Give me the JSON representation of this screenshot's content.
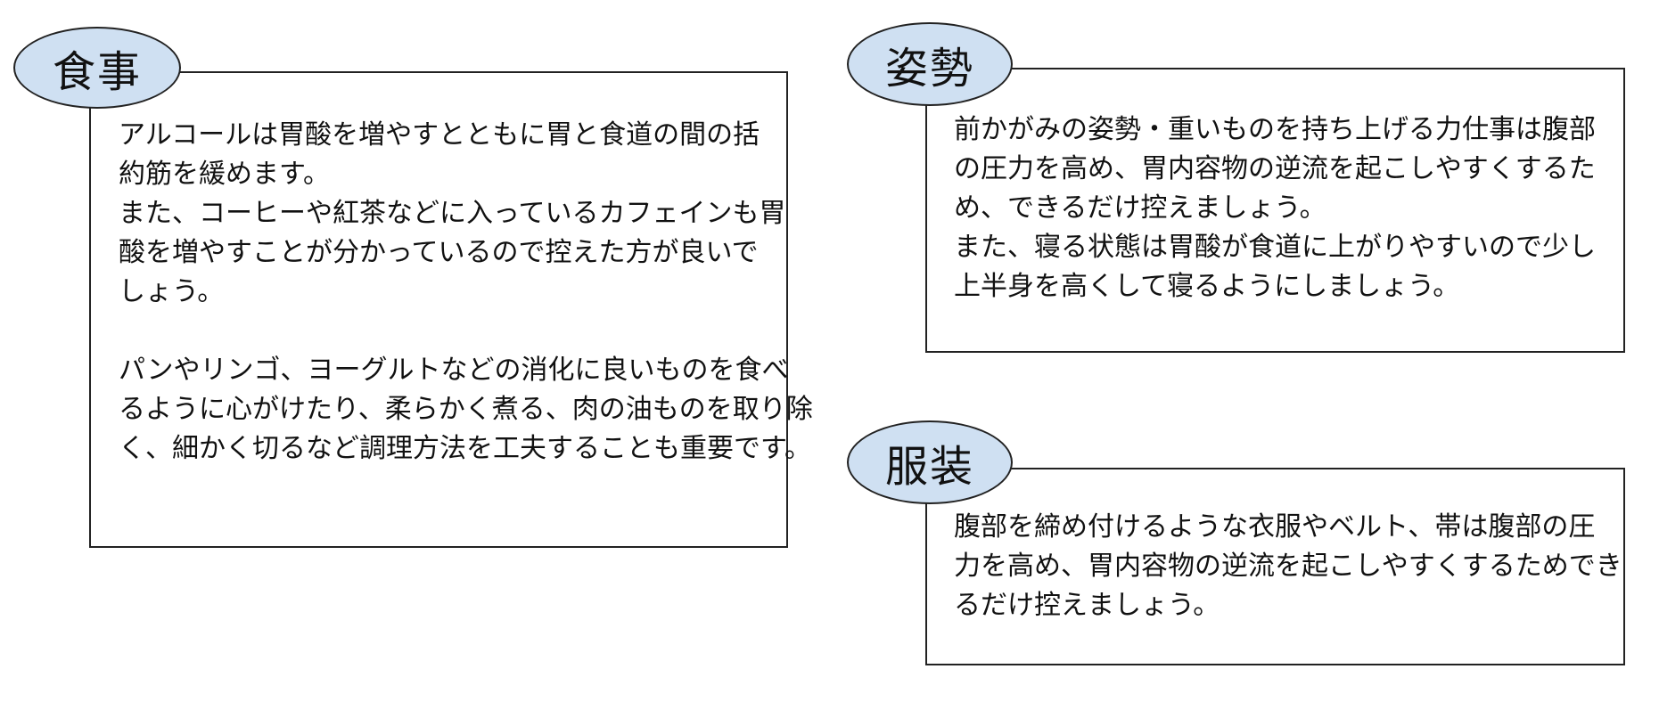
{
  "sections": {
    "shokuji": {
      "title": "食事",
      "lines": [
        "アルコールは胃酸を増やすとともに胃と食道の間の括",
        "約筋を緩めます。",
        "また、コーヒーや紅茶などに入っているカフェインも胃",
        "酸を増やすことが分かっているので控えた方が良いで",
        "しょう。",
        "",
        "パンやリンゴ、ヨーグルトなどの消化に良いものを食べ",
        "るように心がけたり、柔らかく煮る、肉の油ものを取り除",
        "く、細かく切るなど調理方法を工夫することも重要です。"
      ]
    },
    "shisei": {
      "title": "姿勢",
      "lines": [
        "前かがみの姿勢・重いものを持ち上げる力仕事は腹部",
        "の圧力を高め、胃内容物の逆流を起こしやすくするた",
        "め、できるだけ控えましょう。",
        "また、寝る状態は胃酸が食道に上がりやすいので少し",
        "上半身を高くして寝るようにしましょう。"
      ]
    },
    "fukuso": {
      "title": "服装",
      "lines": [
        "腹部を締め付けるような衣服やベルト、帯は腹部の圧",
        "力を高め、胃内容物の逆流を起こしやすくするためでき",
        "るだけ控えましょう。"
      ]
    }
  },
  "colors": {
    "badge_fill": "#cfe0f2",
    "border": "#222222",
    "text": "#111111"
  }
}
